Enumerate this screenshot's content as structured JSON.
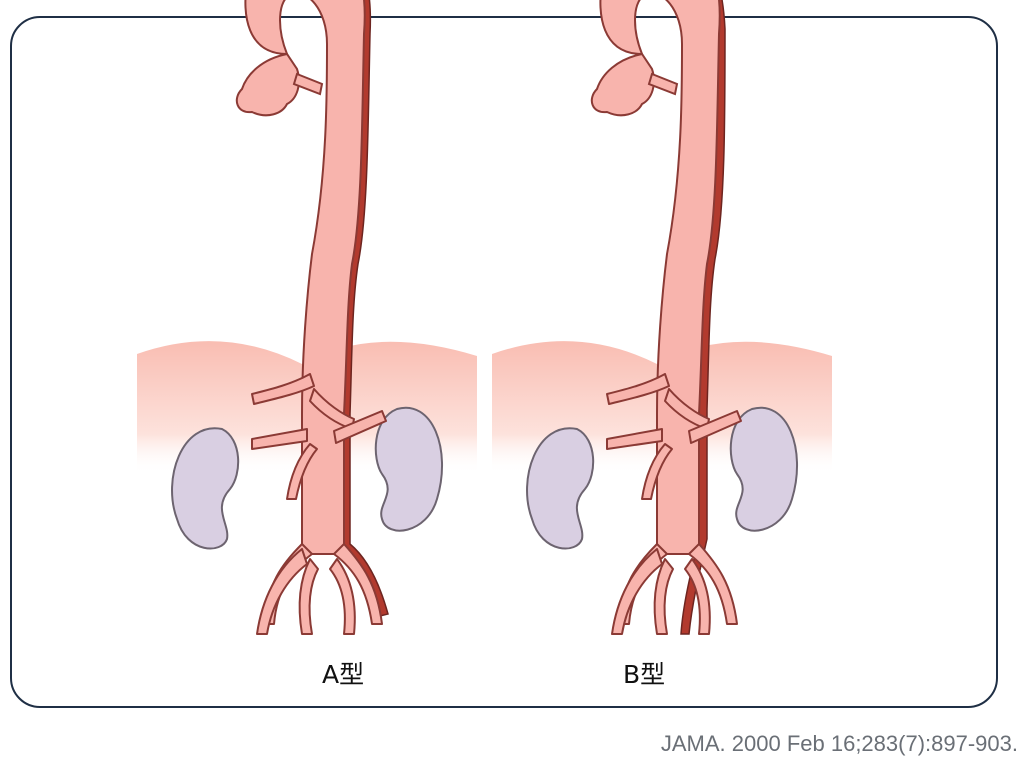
{
  "panels": [
    {
      "id": "A",
      "label": "A型"
    },
    {
      "id": "B",
      "label": "B型"
    }
  ],
  "citation": "JAMA. 2000 Feb 16;283(7):897-903.",
  "colors": {
    "border": "#1f2f45",
    "aorta_fill": "#f8b4ad",
    "aorta_stroke": "#8b3a35",
    "false_lumen": "#b23a2e",
    "kidney_fill": "#d9cfe2",
    "kidney_stroke": "#6d6470",
    "diaphragm": "#fbd2ca"
  }
}
